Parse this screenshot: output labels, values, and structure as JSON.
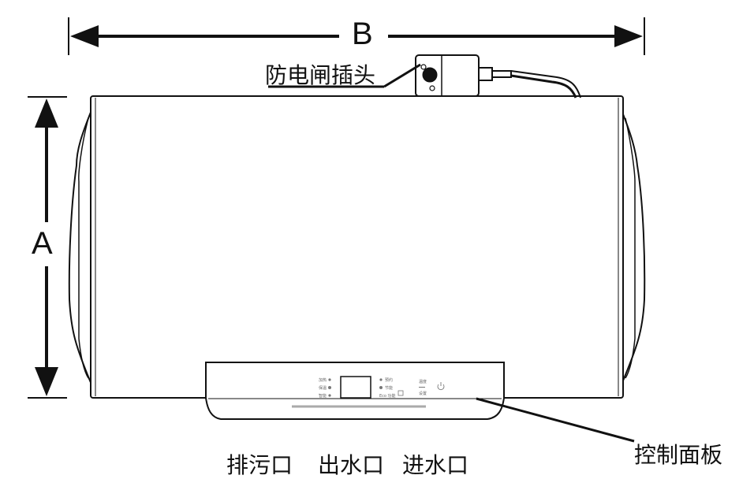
{
  "dimension_labels": {
    "width": "B",
    "height": "A"
  },
  "callouts": {
    "plug": "防电闸插头",
    "control_panel": "控制面板"
  },
  "outlets": {
    "drain": "排污口",
    "water_out": "出水口",
    "water_in": "进水口"
  },
  "icons": [
    "power-icon",
    "grid-icon",
    "plug-icon"
  ]
}
